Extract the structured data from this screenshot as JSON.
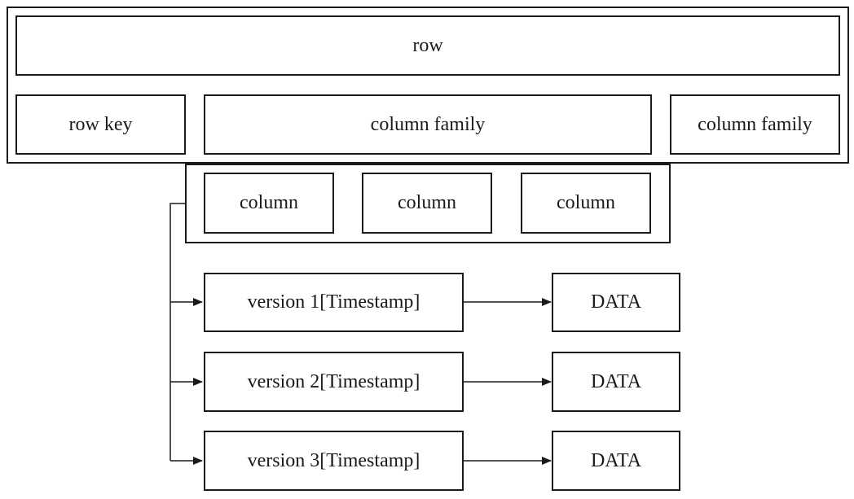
{
  "row": {
    "label": "row"
  },
  "row_key": {
    "label": "row key"
  },
  "column_families": [
    {
      "label": "column family"
    },
    {
      "label": "column family"
    }
  ],
  "columns": [
    {
      "label": "column"
    },
    {
      "label": "column"
    },
    {
      "label": "column"
    }
  ],
  "versions": [
    {
      "label": "version 1[Timestamp]",
      "data": "DATA"
    },
    {
      "label": "version 2[Timestamp]",
      "data": "DATA"
    },
    {
      "label": "version 3[Timestamp]",
      "data": "DATA"
    }
  ]
}
